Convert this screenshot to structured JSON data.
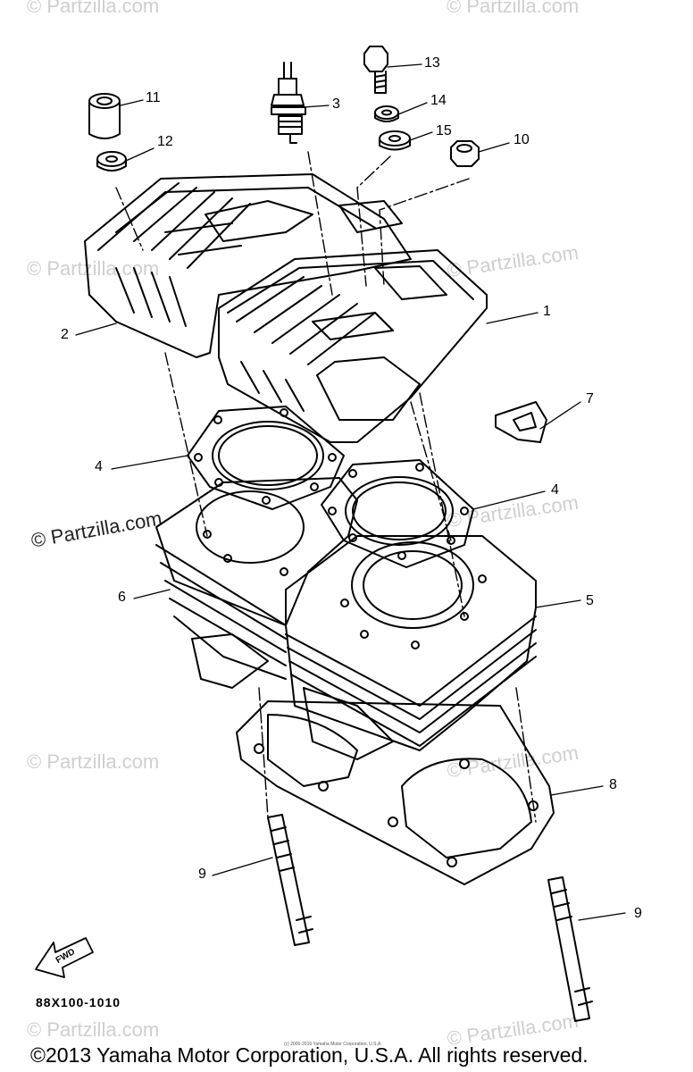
{
  "watermarks": {
    "text": "© Partzilla.com",
    "dark_text": "© Partzilla.com"
  },
  "callouts": [
    "1",
    "2",
    "3",
    "4",
    "4",
    "5",
    "6",
    "7",
    "8",
    "9",
    "9",
    "10",
    "11",
    "12",
    "13",
    "14",
    "15"
  ],
  "labels": {
    "l1": "1",
    "l2": "2",
    "l3": "3",
    "l4a": "4",
    "l4b": "4",
    "l5": "5",
    "l6": "6",
    "l7": "7",
    "l8": "8",
    "l9a": "9",
    "l9b": "9",
    "l10": "10",
    "l11": "11",
    "l12": "12",
    "l13": "13",
    "l14": "14",
    "l15": "15"
  },
  "fwd_label": "FWD",
  "part_code": "88X100-1010",
  "copyright": "©2013 Yamaha Motor Corporation, U.S.A. All rights reserved.",
  "tiny_notice": "(c) 2005-2016 Yamaha Motor Corporation, U.S.A."
}
